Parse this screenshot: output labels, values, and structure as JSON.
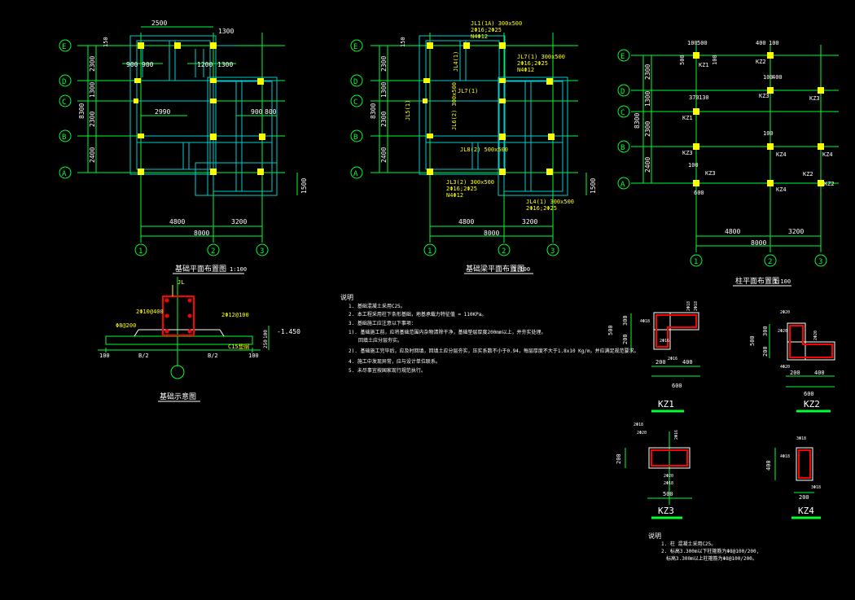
{
  "colors": {
    "background": "#000000",
    "grid": "#00ff33",
    "wall": "#00cccc",
    "dim": "#00ff33",
    "text": "#ffffff",
    "beam_label": "#ffff00",
    "column": "#ff0000"
  },
  "grid_letters": [
    "E",
    "D",
    "C",
    "B",
    "A"
  ],
  "grid_numbers": [
    "1",
    "2",
    "3"
  ],
  "plan1": {
    "title": "基础平面布置图",
    "scale": "1:100",
    "dims_top": [
      "2500",
      "1300",
      "150",
      "900",
      "900",
      "1200",
      "1300"
    ],
    "dims_inner": [
      "2990",
      "900",
      "800"
    ],
    "dims_left": [
      "2300",
      "1300",
      "2300",
      "2400",
      "8300"
    ],
    "dims_right": [
      "1500"
    ],
    "dims_bottom": [
      "4800",
      "3200",
      "8000"
    ]
  },
  "plan2": {
    "title": "基础梁平面布置图",
    "scale": "1:100",
    "beam_labels": [
      "JL1(1A) 300x500",
      "2Φ16;2Φ25",
      "N4Φ12",
      "JL4(1)",
      "JL7(1) 300x500",
      "2Φ16;2Φ25",
      "N4Φ12",
      "JL7(1)",
      "JL5(1)",
      "JL6(2) 300x500",
      "JL8(2) 500x500",
      "JL3(2) 300x500",
      "2Φ16;2Φ25",
      "N4Φ12",
      "JL4(1) 300x500",
      "2Φ16;2Φ25"
    ],
    "dims_top": [
      "150"
    ],
    "dims_left": [
      "2300",
      "1300",
      "2300",
      "2400",
      "8300"
    ],
    "dims_right": [
      "1500"
    ],
    "dims_bottom": [
      "4800",
      "3200",
      "8000"
    ]
  },
  "plan3": {
    "title": "柱平面布置图",
    "scale": "1:100",
    "kz_labels": [
      "KZ1",
      "KZ2",
      "KZ3",
      "KZ3",
      "KZ1",
      "KZ3",
      "KZ4",
      "KZ4",
      "KZ3",
      "KZ2",
      "KZ4",
      "KZ2"
    ],
    "col_dims": [
      "100",
      "500",
      "400",
      "100",
      "500",
      "100",
      "100",
      "400",
      "370",
      "130",
      "100",
      "100",
      "600"
    ],
    "dims_left": [
      "2300",
      "1300",
      "2300",
      "2400",
      "8300"
    ],
    "dims_bottom": [
      "4800",
      "3200",
      "8000"
    ]
  },
  "section": {
    "title": "基础示意图",
    "labels": [
      "JL",
      "2Φ10@400",
      "2Φ12@100",
      "Φ8@200",
      "C15垫层",
      "-1.450",
      "100",
      "B/2",
      "B/2",
      "100",
      "100",
      "250"
    ]
  },
  "notes": {
    "heading": "说明",
    "items": [
      "1. 基础混凝土采用C25。",
      "2. 本工程采用柱下条形基础，地基承载力特征值 = 110KPa。",
      "3. 基础施工应注意以下事项：",
      "1). 基础施工前，应将基础范围内杂物清除干净，基础垫层厚度200mm以上，并夯实处理。",
      "回填土应分层夯实。",
      "2). 基础施工完毕后，应及时回填，回填土应分层夯实，压实系数不小于0.94，每层厚度不大于1.8x10 Kg/m，并应满足规范要求。",
      "4. 施工中发现异常，应与设计单位联系。",
      "5. 未尽事宜按国家现行规范执行。"
    ]
  },
  "kz_details": [
    {
      "name": "KZ1",
      "dims": [
        "500",
        "300",
        "200",
        "200",
        "400",
        "600"
      ],
      "rebar": [
        "4Φ18",
        "2Φ18",
        "2Φ16",
        "2Φ16",
        "2Φ18"
      ]
    },
    {
      "name": "KZ2",
      "dims": [
        "500",
        "300",
        "200",
        "200",
        "400",
        "600"
      ],
      "rebar": [
        "2Φ20",
        "2Φ20",
        "4Φ20",
        "2Φ20"
      ]
    },
    {
      "name": "KZ3",
      "dims": [
        "200",
        "500"
      ],
      "rebar": [
        "2Φ18",
        "2Φ20",
        "2Φ16",
        "2Φ20",
        "2Φ18"
      ]
    },
    {
      "name": "KZ4",
      "dims": [
        "400",
        "200"
      ],
      "rebar": [
        "3Φ18",
        "4Φ18",
        "3Φ18"
      ]
    }
  ],
  "notes2": {
    "heading": "说明",
    "items": [
      "1. 柱 混凝土采用C25。",
      "2. 标高3.300m以下柱箍筋为Φ8@100/200,",
      "标高3.300m以上柱箍筋为Φ8@100/200。"
    ]
  }
}
